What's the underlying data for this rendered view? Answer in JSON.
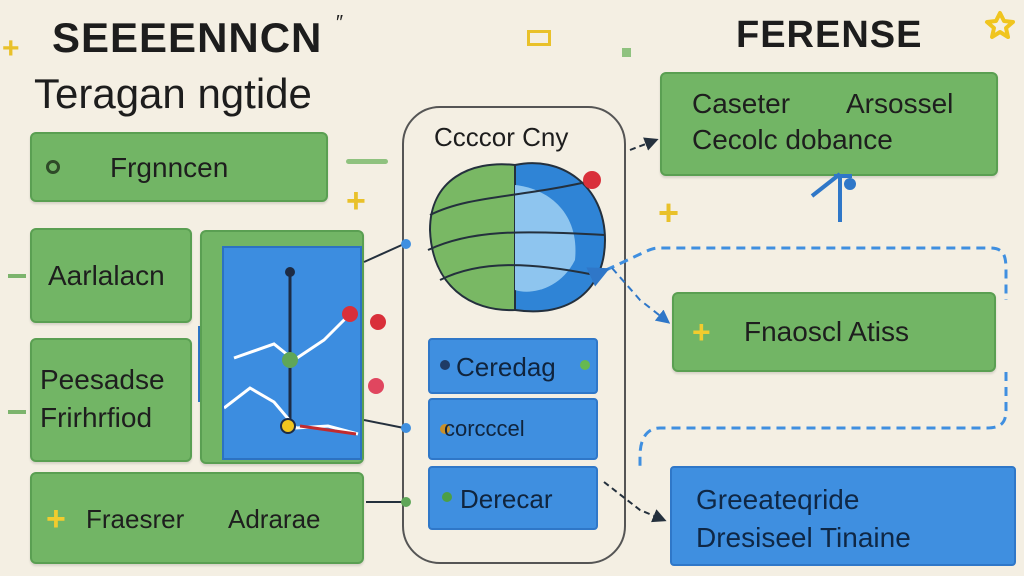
{
  "left_title": {
    "line1": "SEEEENNCN",
    "line2": "Teragan ngtide"
  },
  "right_title": "FERENSE",
  "left_nodes": [
    {
      "id": "frgnncen",
      "label": "Frgnncen"
    },
    {
      "id": "aarlalacn",
      "label": "Aarlalacn"
    },
    {
      "id": "peesadse",
      "line1": "Peesadse",
      "line2": "Frirhrfiod"
    },
    {
      "id": "fraesrer",
      "label_left": "Fraesrer",
      "label_right": "Adrarae"
    }
  ],
  "center_panel": {
    "title": "Ccccor Cny",
    "items": [
      {
        "id": "ceredag",
        "label": "Ceredag"
      },
      {
        "id": "corccel",
        "label": "corcccel"
      },
      {
        "id": "derecar",
        "label": "Derecar"
      }
    ]
  },
  "right_nodes": [
    {
      "id": "caseter",
      "line1_left": "Caseter",
      "line1_right": "Arsossel",
      "line2": "Cecolc dobance"
    },
    {
      "id": "fnaoscl",
      "label": "Fnaoscl Atiss"
    },
    {
      "id": "greeateqride",
      "line1": "Greeateqride",
      "line2": "Dresiseel Tinaine"
    }
  ],
  "colors": {
    "background": "#f4efe3",
    "green": "#72b565",
    "blue": "#3f8fe0",
    "accent_yellow": "#f2cc2e",
    "accent_red": "#d9303a"
  }
}
